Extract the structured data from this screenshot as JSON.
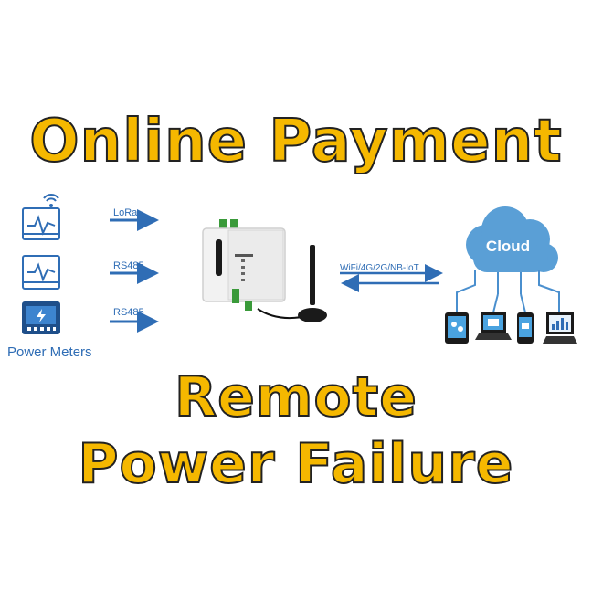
{
  "colors": {
    "headline": "#f5b800",
    "outline": "#222222",
    "blue": "#2f6db5",
    "cloud": "#5a9fd6",
    "meter_dark": "#1f4f8a"
  },
  "headline": {
    "top": "Online Payment",
    "bottom_line1": "Remote",
    "bottom_line2": "Power Failure"
  },
  "diagram": {
    "meters_label": "Power Meters",
    "links": [
      "LoRa",
      "RS485",
      "RS485"
    ],
    "uplink_label": "WiFi/4G/2G/NB-IoT",
    "cloud_label": "Cloud",
    "icons": [
      "wireless-meter-icon",
      "meter-icon",
      "prepaid-meter-icon",
      "gateway-device",
      "antenna-icon",
      "cloud-icon",
      "tablet-icon",
      "laptop-icon",
      "phone-icon",
      "desktop-icon"
    ]
  }
}
